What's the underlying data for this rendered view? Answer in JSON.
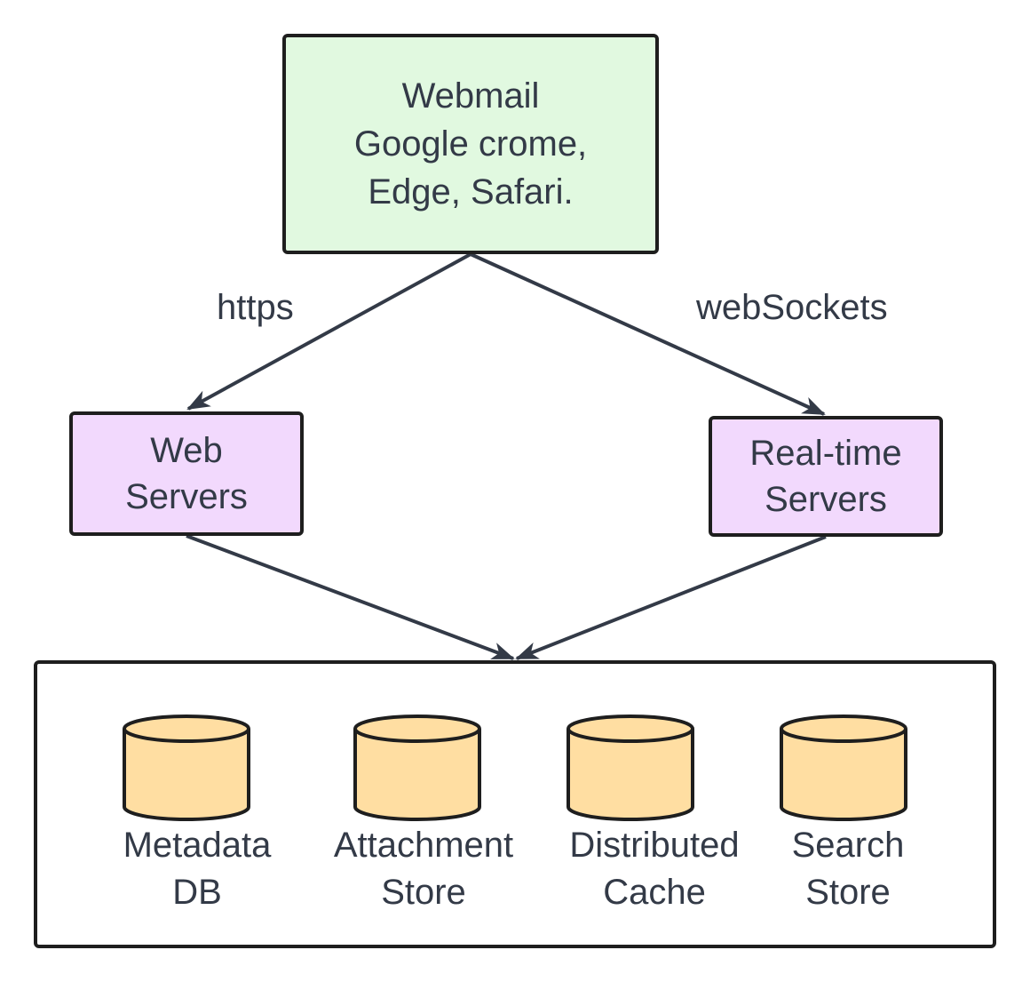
{
  "client": {
    "line1": "Webmail",
    "line2": "Google crome,",
    "line3": "Edge, Safari."
  },
  "connections": {
    "https": "https",
    "websockets": "webSockets"
  },
  "web_servers": {
    "line1": "Web",
    "line2": "Servers"
  },
  "realtime_servers": {
    "line1": "Real-time",
    "line2": "Servers"
  },
  "stores": [
    {
      "line1": "Metadata",
      "line2": "DB"
    },
    {
      "line1": "Attachment",
      "line2": "Store"
    },
    {
      "line1": "Distributed",
      "line2": "Cache"
    },
    {
      "line1": "Search",
      "line2": "Store"
    }
  ],
  "colors": {
    "client_fill": "#e1f9e0",
    "server_fill": "#f2d9fd",
    "database_fill": "#ffdea2",
    "stroke": "#1e1e1e",
    "arrow": "#333a47",
    "text": "#333a47"
  }
}
